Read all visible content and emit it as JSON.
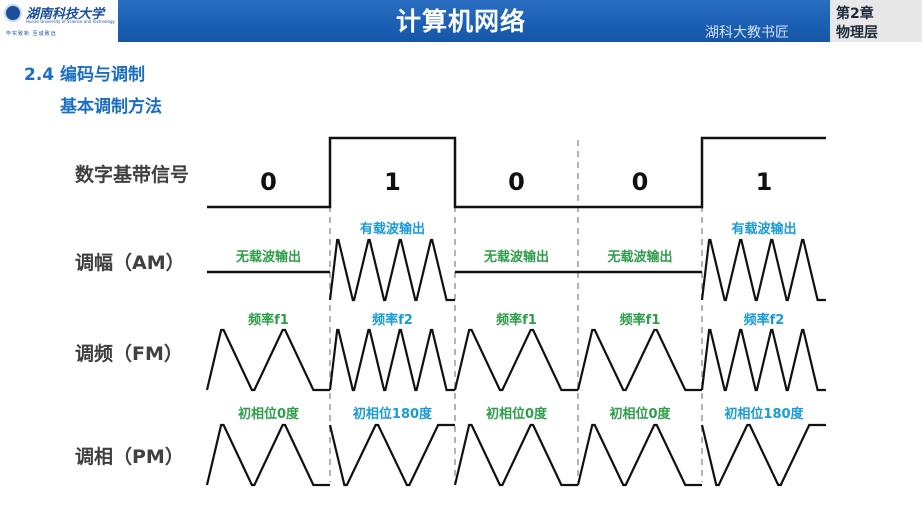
{
  "header": {
    "logo_text": "湖南科技大学",
    "logo_subtext": "Hunan University of Science and Technology",
    "logo_motto": "毕实致新  至诚致远",
    "course_title": "计算机网络",
    "chapter": "第2章",
    "chapter_name": "物理层",
    "watermark": "湖科大教书匠"
  },
  "section": {
    "title": "2.4 编码与调制",
    "subtitle": "基本调制方法"
  },
  "rows": {
    "digital": "数字基带信号",
    "am": "调幅（AM）",
    "fm": "调频（FM）",
    "pm": "调相（PM）"
  },
  "bits": [
    "0",
    "1",
    "0",
    "0",
    "1"
  ],
  "am_labels": [
    "无载波输出",
    "有载波输出",
    "无载波输出",
    "无载波输出",
    "有载波输出"
  ],
  "fm_labels": [
    "频率f1",
    "频率f2",
    "频率f1",
    "频率f1",
    "频率f2"
  ],
  "pm_labels": [
    "初相位0度",
    "初相位180度",
    "初相位0度",
    "初相位0度",
    "初相位180度"
  ],
  "colors": {
    "green": "#2e9e4a",
    "blue": "#1a9bd7",
    "accent": "#1a6fc4",
    "header": "#1a5fb4"
  }
}
